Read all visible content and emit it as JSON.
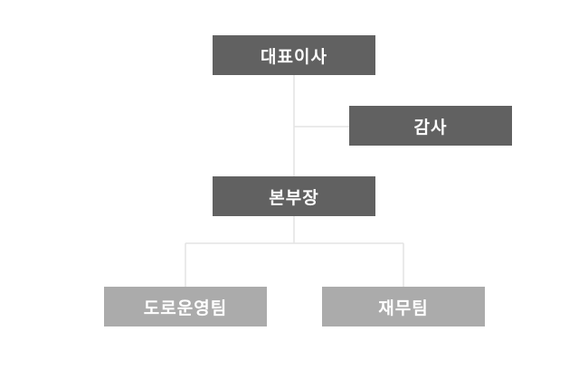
{
  "org_chart": {
    "nodes": {
      "ceo": "대표이사",
      "auditor": "감사",
      "director": "본부장",
      "road_team": "도로운영팀",
      "finance_team": "재무팀"
    },
    "colors": {
      "primary_box": "#616161",
      "secondary_box": "#ababab",
      "connector": "#e3e3e3",
      "text": "#ffffff"
    }
  }
}
